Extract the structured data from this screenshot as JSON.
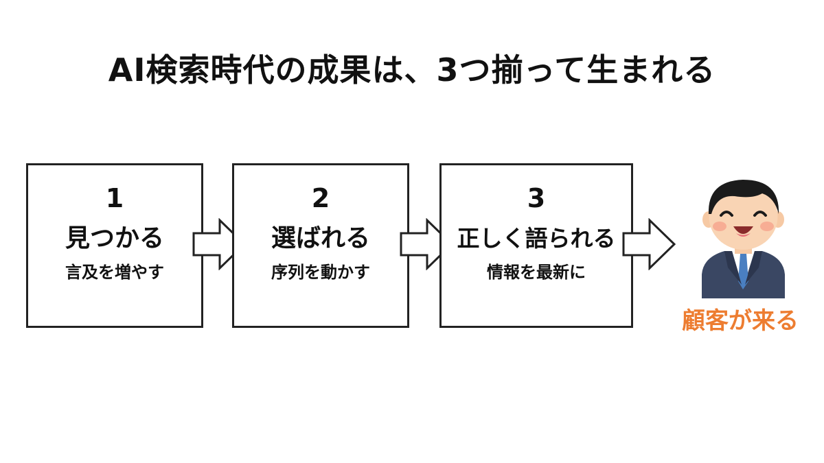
{
  "title": "AI検索時代の成果は、3つ揃って生まれる",
  "steps": [
    {
      "number": "1",
      "label": "見つかる",
      "action": "言及を増やす"
    },
    {
      "number": "2",
      "label": "選ばれる",
      "action": "序列を動かす"
    },
    {
      "number": "3",
      "label": "正しく語られる",
      "action": "情報を最新に"
    }
  ],
  "result": {
    "label": "顧客が来る",
    "color": "#ed7d31",
    "icon": "businessman-icon"
  }
}
